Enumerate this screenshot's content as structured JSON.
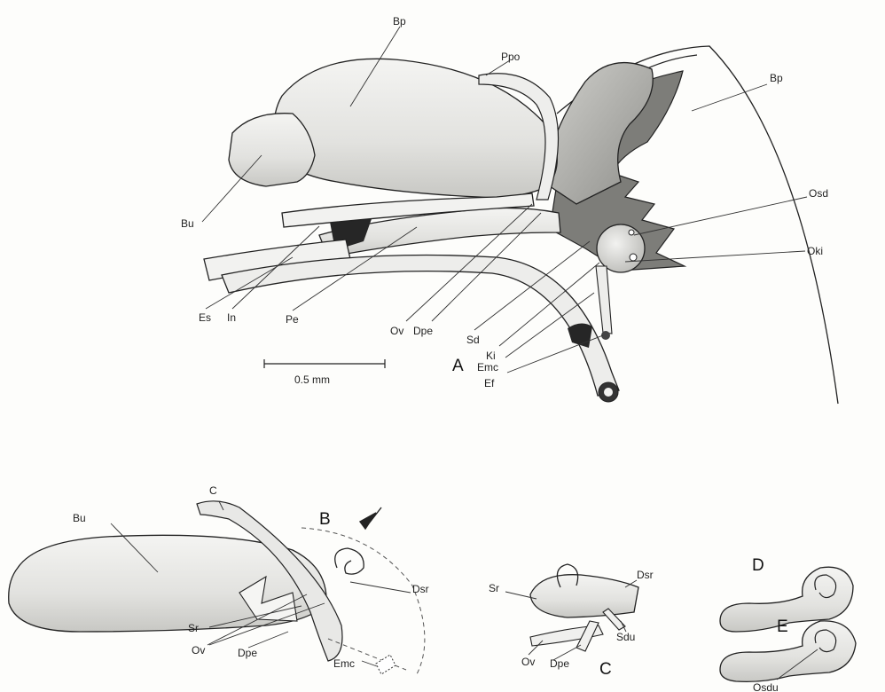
{
  "figure": {
    "panel_labels": {
      "a": "A",
      "b": "B",
      "c": "C",
      "d": "D",
      "e": "E"
    },
    "scale_bar": "0.5 mm",
    "panel_a": {
      "Bp_left": "Bp",
      "Ppo": "Ppo",
      "Bp_right": "Bp",
      "Osd": "Osd",
      "Oki": "Oki",
      "Bu": "Bu",
      "Es": "Es",
      "In": "In",
      "Pe": "Pe",
      "Ov": "Ov",
      "Dpe": "Dpe",
      "Sd": "Sd",
      "Ki": "Ki",
      "Emc": "Emc",
      "Ef": "Ef"
    },
    "panel_b": {
      "C": "C",
      "Bu": "Bu",
      "Dsr": "Dsr",
      "Sr": "Sr",
      "Ov": "Ov",
      "Dpe": "Dpe",
      "Emc": "Emc"
    },
    "panel_c": {
      "Sr": "Sr",
      "Dsr": "Dsr",
      "Sdu": "Sdu",
      "Ov": "Ov",
      "Dpe": "Dpe"
    },
    "panel_e": {
      "Osdu": "Osdu"
    }
  }
}
